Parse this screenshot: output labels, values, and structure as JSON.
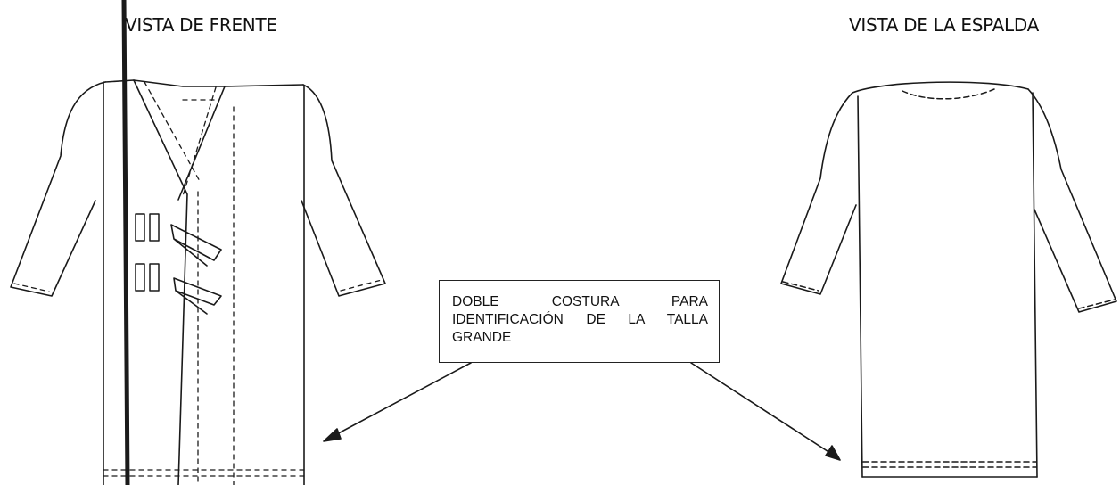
{
  "front_view": {
    "title": "VISTA DE FRENTE"
  },
  "back_view": {
    "title": "VISTA DE LA ESPALDA"
  },
  "callout": {
    "text": "DOBLE COSTURA PARA IDENTIFICACIÓN DE LA TALLA GRANDE"
  },
  "colors": {
    "ink": "#1a1a1a",
    "background": "#ffffff"
  }
}
